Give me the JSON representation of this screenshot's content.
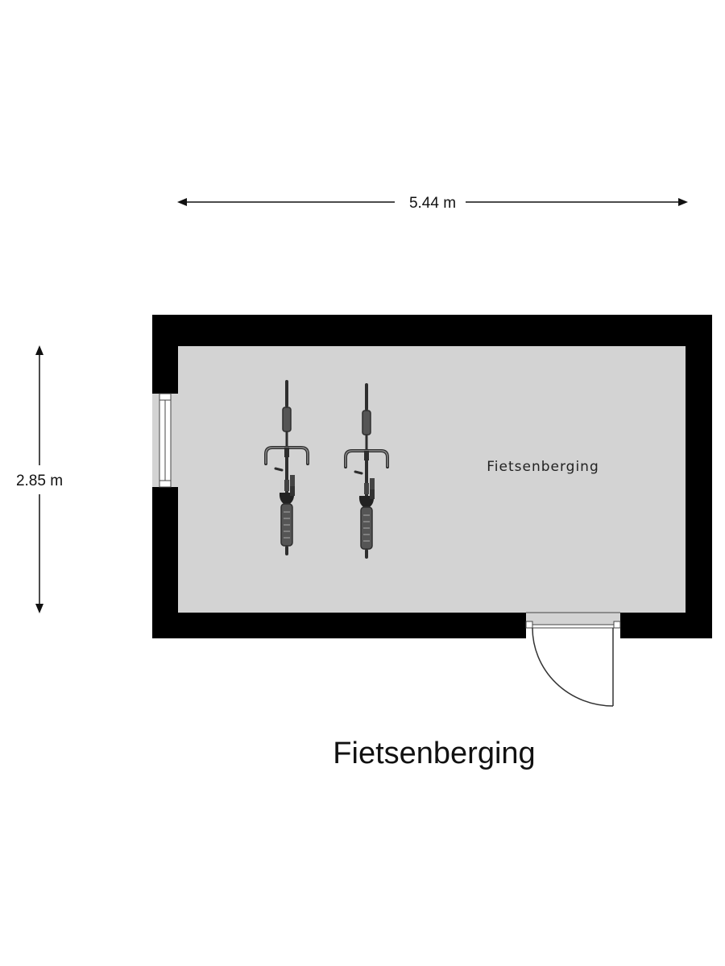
{
  "plan": {
    "floor_title": "Fietsenberging",
    "room_label": "Fietsenberging",
    "width_dimension": "5.44 m",
    "height_dimension": "2.85 m",
    "bicycle_count": 2,
    "colors": {
      "wall": "#000000",
      "floor": "#d3d3d3",
      "bike": "#4a4a4a"
    }
  }
}
